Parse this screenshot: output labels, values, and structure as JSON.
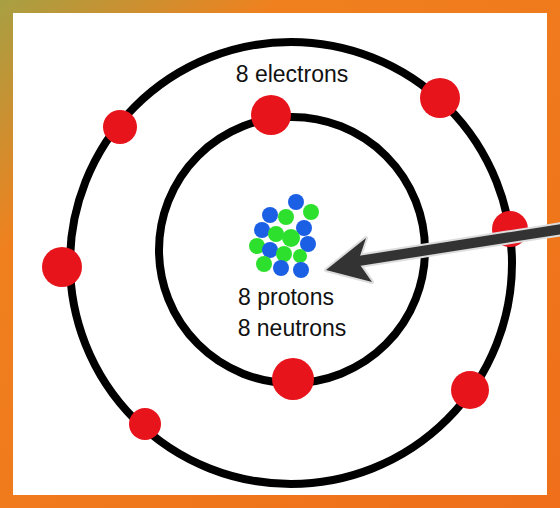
{
  "diagram": {
    "labels": [
      "8 electrons",
      "8 protons",
      "8 neutrons"
    ]
  }
}
